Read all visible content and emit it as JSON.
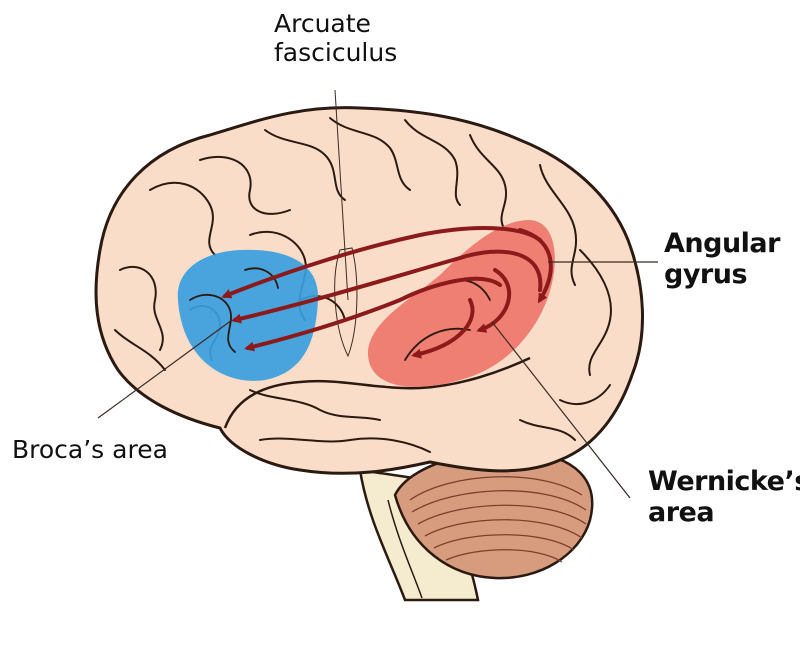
{
  "labels": {
    "arcuate": {
      "line1": "Arcuate",
      "line2": "fasciculus"
    },
    "angular": {
      "line1": "Angular",
      "line2": "gyrus"
    },
    "broca": {
      "text": "Broca’s area"
    },
    "wernicke": {
      "line1": "Wernicke’s",
      "line2": "area"
    }
  },
  "colors": {
    "brain_fill": "#f9ddc8",
    "brain_outline": "#2b1a12",
    "broca_region": "#3a9ee0",
    "wernicke_region": "#ee6a60",
    "arrow": "#8c1a1a",
    "cerebellum": "#d79c7e",
    "brainstem": "#f5ecd0"
  },
  "icons": {
    "arrowhead": "arrow-head-icon"
  }
}
